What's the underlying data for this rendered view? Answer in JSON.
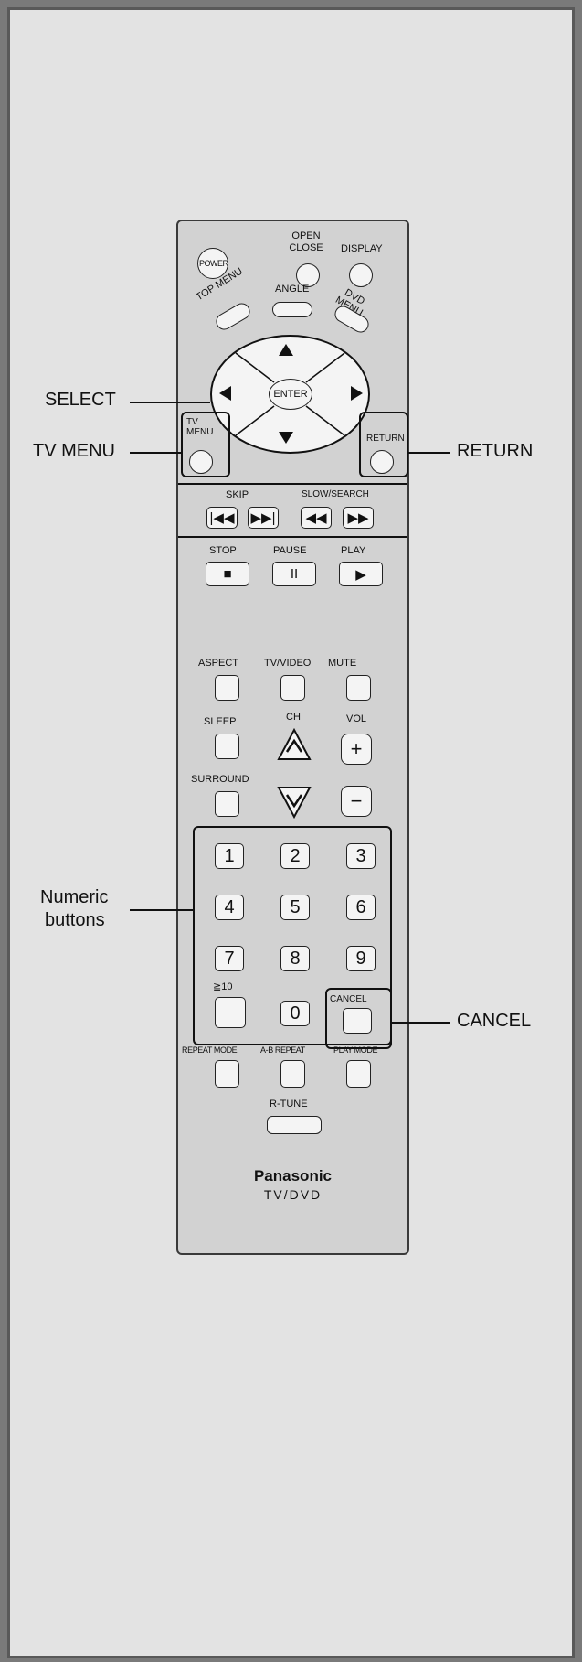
{
  "remote": {
    "power": "POWER",
    "open_close": "OPEN CLOSE",
    "display": "DISPLAY",
    "top_menu": "TOP MENU",
    "angle": "ANGLE",
    "dvd_menu": "DVD MENU",
    "enter": "ENTER",
    "tv_menu_btn": "TV MENU",
    "return_btn": "RETURN",
    "skip": "SKIP",
    "slow_search": "SLOW/SEARCH",
    "stop": "STOP",
    "pause": "PAUSE",
    "play": "PLAY",
    "aspect": "ASPECT",
    "tv_video": "TV/VIDEO",
    "mute": "MUTE",
    "sleep": "SLEEP",
    "ch": "CH",
    "vol": "VOL",
    "surround": "SURROUND",
    "digits": [
      "1",
      "2",
      "3",
      "4",
      "5",
      "6",
      "7",
      "8",
      "9"
    ],
    "ten_plus": "≧10",
    "zero": "0",
    "cancel_btn": "CANCEL",
    "repeat_mode": "REPEAT MODE",
    "ab_repeat": "A-B REPEAT",
    "play_mode": "PLAY MODE",
    "r_tune": "R-TUNE",
    "brand": "Panasonic",
    "model": "TV/DVD"
  },
  "callouts": {
    "select": "SELECT",
    "tv_menu": "TV MENU",
    "return": "RETURN",
    "numeric_1": "Numeric",
    "numeric_2": "buttons",
    "cancel": "CANCEL"
  },
  "colors": {
    "background": "#e3e3e3",
    "remote_body": "#d2d2d2",
    "outline": "#111111"
  }
}
